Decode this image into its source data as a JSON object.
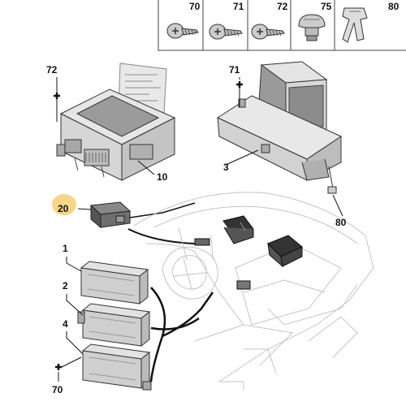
{
  "fastener_strip": {
    "part_numbers": [
      "70",
      "71",
      "72",
      "75",
      "80"
    ]
  },
  "callouts": {
    "unit_10_fixing": "72",
    "unit_10": "10",
    "display_3_fixing": "71",
    "display_3": "3",
    "display_clip": "80",
    "switch_20": "20",
    "module_1": "1",
    "module_2": "2",
    "module_4": "4",
    "module_fixing": "70"
  },
  "colors": {
    "highlight": "#f7d58a",
    "line": "#111111",
    "part_fill": "#d9d9d9",
    "ghost": "#c8c8c8"
  }
}
